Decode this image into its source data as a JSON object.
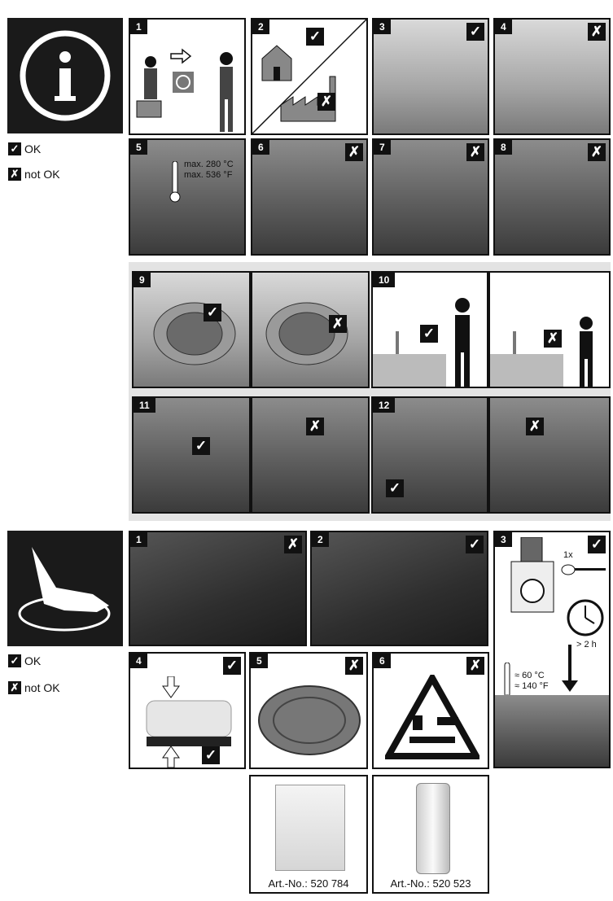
{
  "legend_top": {
    "ok_label": "OK",
    "not_ok_label": "not OK"
  },
  "legend_bottom": {
    "ok_label": "OK",
    "not_ok_label": "not OK"
  },
  "marks": {
    "ok": "✓",
    "not_ok": "✗"
  },
  "section1": {
    "numbers": [
      "1",
      "2",
      "3",
      "4",
      "5",
      "6",
      "7",
      "8"
    ],
    "panel5_temp": [
      "max. 280 °C",
      "max. 536 °F"
    ]
  },
  "section2": {
    "numbers": [
      "9",
      "10",
      "11",
      "12"
    ]
  },
  "section3": {
    "numbers": [
      "1",
      "2",
      "3",
      "4",
      "5",
      "6"
    ],
    "panel3": {
      "dose": "1x",
      "time": "> 2 h",
      "temp_c": "≈  60 °C",
      "temp_f": "≈ 140 °F"
    },
    "products": [
      {
        "label": "Art.-No.:",
        "number": "520 784"
      },
      {
        "label": "Art.-No.:",
        "number": "520 523"
      }
    ]
  },
  "colors": {
    "ink": "#111111",
    "panel_bg": "#e3e3e3"
  }
}
